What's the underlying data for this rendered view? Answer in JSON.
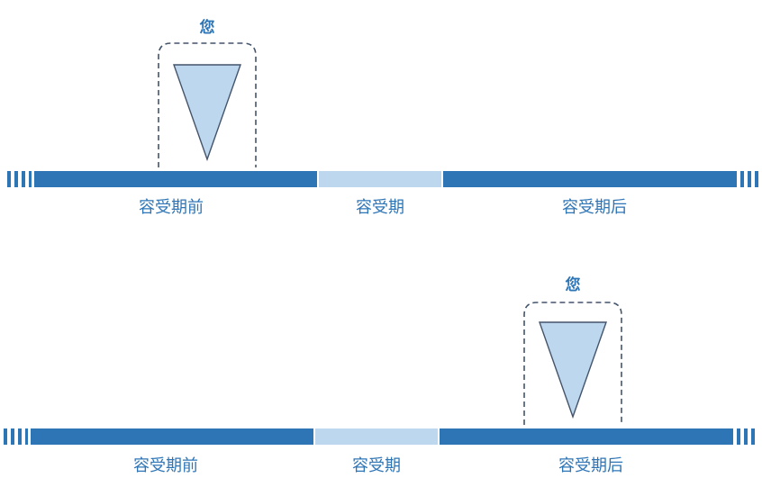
{
  "colors": {
    "timeline_dark": "#2E75B6",
    "timeline_light": "#BDD7EE",
    "marker_fill": "#BDD7EE",
    "outline": "#44546A",
    "label_text": "#2E75B6"
  },
  "panels": [
    {
      "marker_label": "您",
      "marker_segment": "before",
      "segments": {
        "before": "容受期前",
        "during": "容受期",
        "after": "容受期后"
      }
    },
    {
      "marker_label": "您",
      "marker_segment": "after",
      "segments": {
        "before": "容受期前",
        "during": "容受期",
        "after": "容受期后"
      }
    }
  ]
}
